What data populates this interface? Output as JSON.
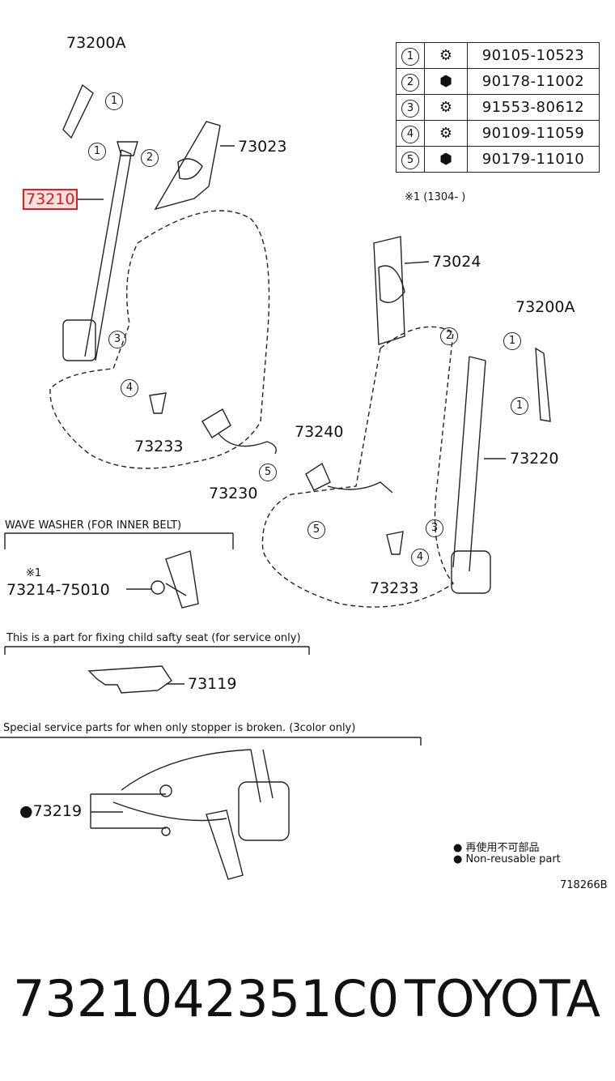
{
  "parts_table": [
    {
      "ref": "1",
      "icon": "bolt-icon",
      "part": "90105-10523"
    },
    {
      "ref": "2",
      "icon": "nut-icon",
      "part": "90178-11002"
    },
    {
      "ref": "3",
      "icon": "bolt-icon",
      "part": "91553-80612"
    },
    {
      "ref": "4",
      "icon": "bolt-icon",
      "part": "90109-11059"
    },
    {
      "ref": "5",
      "icon": "nut-icon",
      "part": "90179-11010"
    }
  ],
  "table_note": "※1 (1304-    )",
  "labels": {
    "upper_anchor_left": "73200A",
    "upper_anchor_right": "73200A",
    "front_belt_left": "73210",
    "pillar_garnish_left": "73023",
    "pillar_garnish_right": "73024",
    "front_belt_right": "73220",
    "buckle_anchor_left": "73233",
    "buckle_anchor_right": "73233",
    "inner_belt_left": "73230",
    "inner_belt_right": "73240",
    "washer_part": "73214-75010",
    "child_seat_part": "73119",
    "stopper_part": "73219"
  },
  "callouts": {
    "one": "1",
    "two": "2",
    "three": "3",
    "four": "4",
    "five": "5"
  },
  "sections": {
    "wave_washer": "WAVE WASHER (FOR INNER BELT)",
    "washer_note": "※1",
    "child_seat": "This is a part for fixing child safty seat (for service only)",
    "stopper": "Special service parts for when only stopper is broken. (3color only)"
  },
  "legend": {
    "japanese": "再使用不可部品",
    "english": "Non-reusable part"
  },
  "diagram_id": "718266B",
  "footer": {
    "part_number": "7321042351C0",
    "brand": "TOYOTA"
  },
  "colors": {
    "highlight": "#d21d1d",
    "ink": "#111111"
  }
}
